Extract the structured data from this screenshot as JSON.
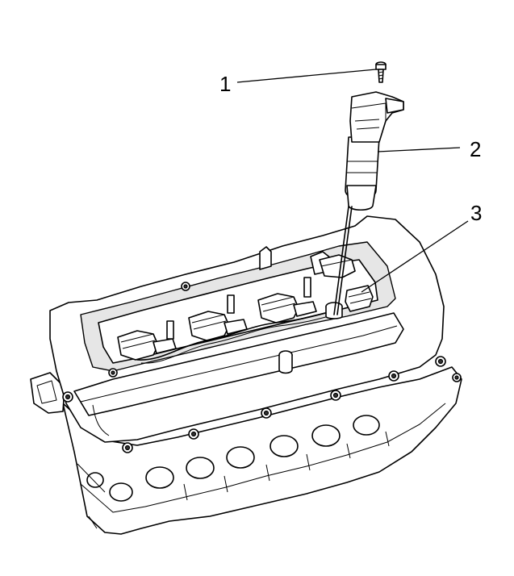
{
  "callouts": [
    {
      "id": "1",
      "label": "1"
    },
    {
      "id": "2",
      "label": "2"
    },
    {
      "id": "3",
      "label": "3"
    }
  ],
  "icons": {
    "bolt": "bolt-icon",
    "ignition_coil": "ignition-coil-icon",
    "spark_plug_well": "spark-plug-well-icon",
    "engine": "cylinder-head-icon"
  }
}
